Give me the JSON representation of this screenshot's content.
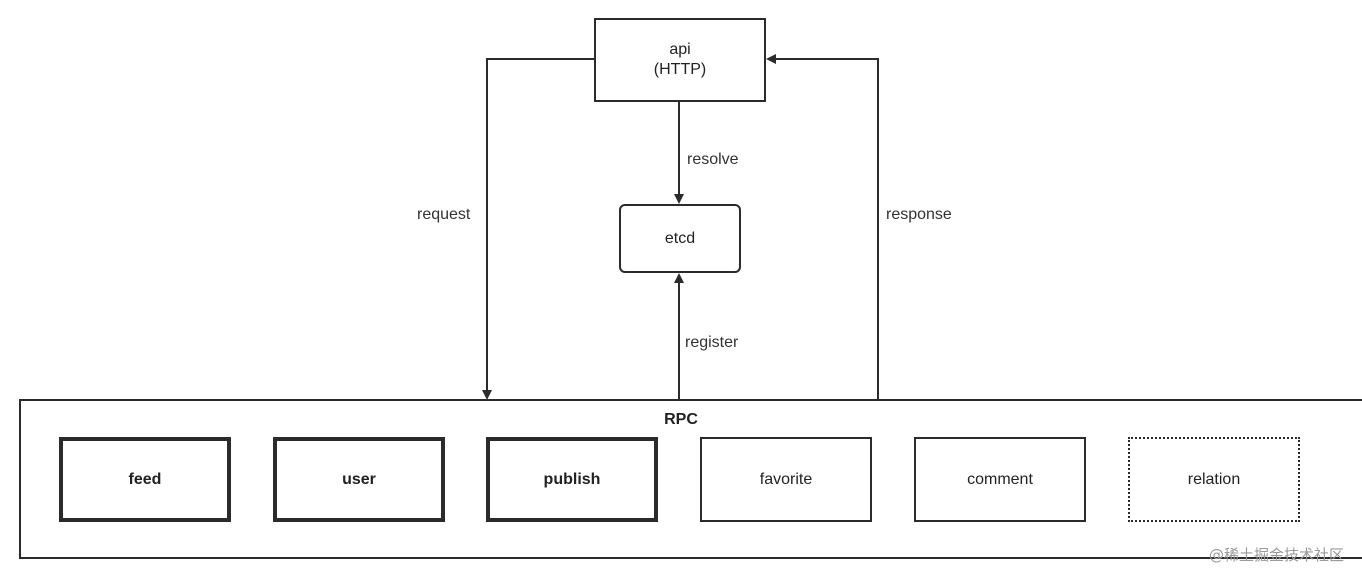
{
  "api": {
    "line1": "api",
    "line2": "(HTTP)"
  },
  "etcd": {
    "label": "etcd"
  },
  "edges": {
    "request": "request",
    "resolve": "resolve",
    "response": "response",
    "register": "register"
  },
  "rpc": {
    "title": "RPC",
    "services": [
      {
        "label": "feed",
        "style": "bold"
      },
      {
        "label": "user",
        "style": "bold"
      },
      {
        "label": "publish",
        "style": "bold"
      },
      {
        "label": "favorite",
        "style": "thin"
      },
      {
        "label": "comment",
        "style": "thin"
      },
      {
        "label": "relation",
        "style": "dotted"
      }
    ]
  },
  "watermark": "@稀土掘金技术社区",
  "colors": {
    "stroke": "#2b2b2b",
    "text": "#222222",
    "watermark": "#9a9a9a"
  }
}
